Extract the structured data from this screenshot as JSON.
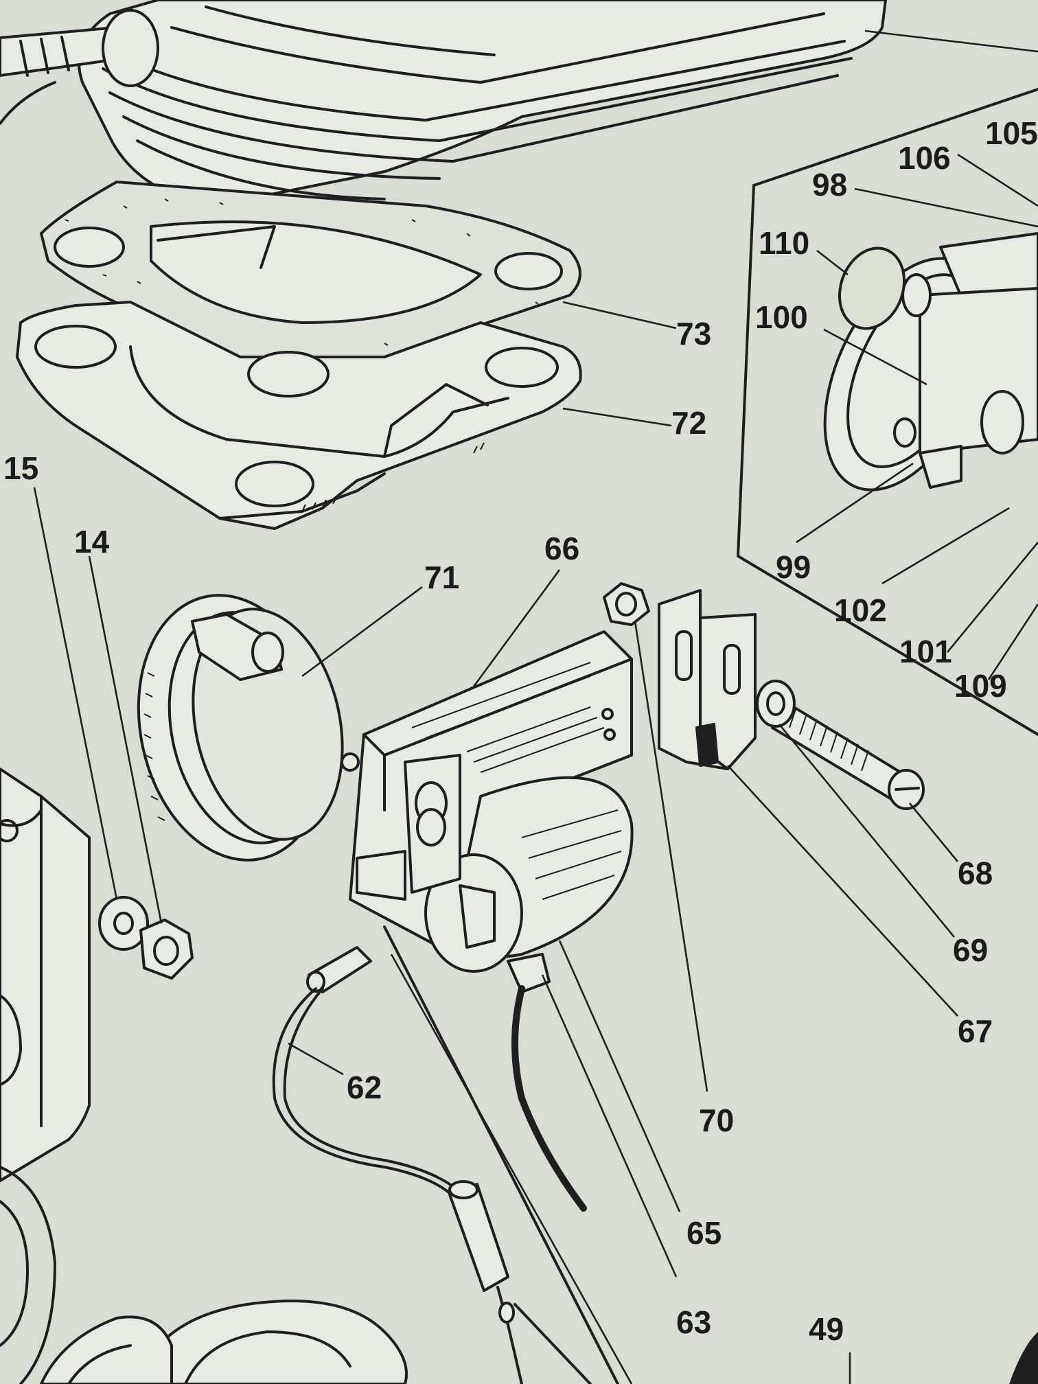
{
  "diagram": {
    "callouts": [
      {
        "id": "c105",
        "label": "105"
      },
      {
        "id": "c106",
        "label": "106"
      },
      {
        "id": "c98",
        "label": "98"
      },
      {
        "id": "c110",
        "label": "110"
      },
      {
        "id": "c100",
        "label": "100"
      },
      {
        "id": "c73",
        "label": "73"
      },
      {
        "id": "c72",
        "label": "72"
      },
      {
        "id": "c15",
        "label": "15"
      },
      {
        "id": "c14",
        "label": "14"
      },
      {
        "id": "c66",
        "label": "66"
      },
      {
        "id": "c71",
        "label": "71"
      },
      {
        "id": "c99",
        "label": "99"
      },
      {
        "id": "c102",
        "label": "102"
      },
      {
        "id": "c101",
        "label": "101"
      },
      {
        "id": "c109",
        "label": "109"
      },
      {
        "id": "c68",
        "label": "68"
      },
      {
        "id": "c69",
        "label": "69"
      },
      {
        "id": "c67",
        "label": "67"
      },
      {
        "id": "c62",
        "label": "62"
      },
      {
        "id": "c70",
        "label": "70"
      },
      {
        "id": "c65",
        "label": "65"
      },
      {
        "id": "c63",
        "label": "63"
      },
      {
        "id": "c49",
        "label": "49"
      }
    ]
  }
}
